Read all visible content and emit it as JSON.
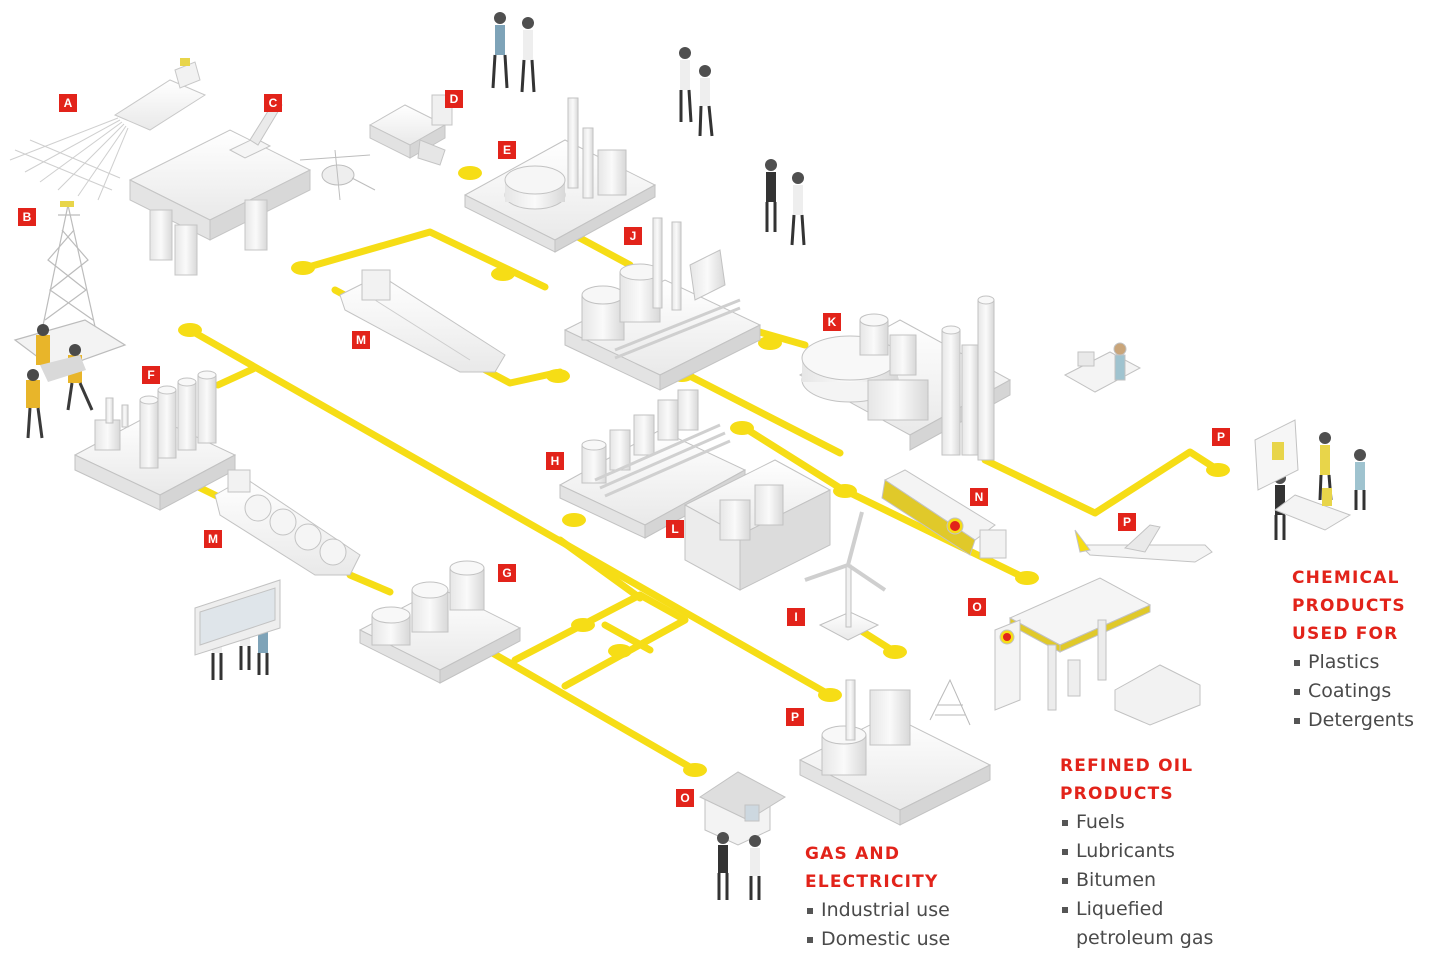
{
  "labels": {
    "A": "A",
    "B": "B",
    "C": "C",
    "D": "D",
    "E": "E",
    "F": "F",
    "J": "J",
    "K": "K",
    "M1": "M",
    "M2": "M",
    "H": "H",
    "L": "L",
    "N": "N",
    "G": "G",
    "I": "I",
    "O1": "O",
    "O2": "O",
    "P1": "P",
    "P2": "P",
    "P3": "P"
  },
  "chemical": {
    "heading": [
      "CHEMICAL",
      "PRODUCTS",
      "USED FOR"
    ],
    "items": [
      "Plastics",
      "Coatings",
      "Detergents"
    ]
  },
  "refined": {
    "heading": [
      "REFINED OIL",
      "PRODUCTS"
    ],
    "items": [
      "Fuels",
      "Lubricants",
      "Bitumen",
      "Liquefied",
      "petroleum gas"
    ]
  },
  "gas": {
    "heading": [
      "GAS AND",
      "ELECTRICITY"
    ],
    "items": [
      "Industrial use",
      "Domestic use"
    ]
  },
  "colors": {
    "pipeline": "#f6dd16",
    "label_bg": "#e2231a",
    "heading": "#e2231a",
    "text": "#4a4a4a"
  }
}
